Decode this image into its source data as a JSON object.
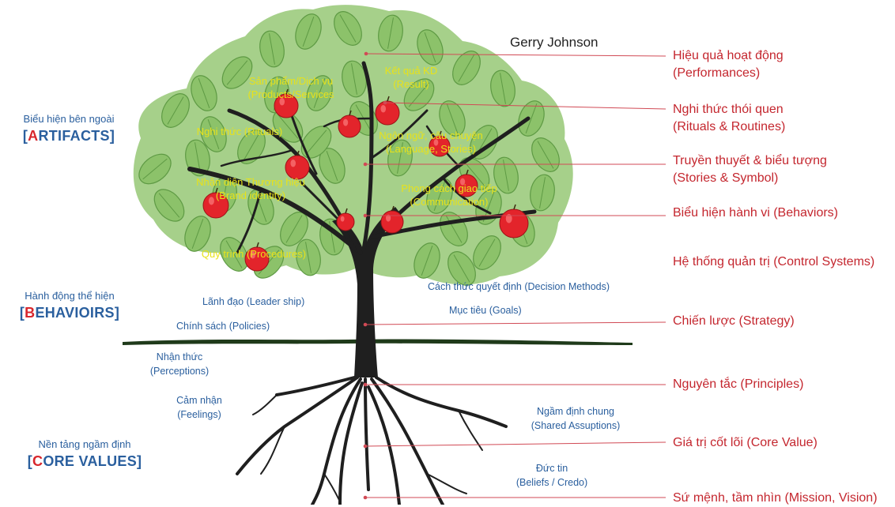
{
  "author": "Gerry Johnson",
  "side_groups": {
    "artifacts": {
      "caption": "Biểu hiện bên ngoài",
      "open": "[",
      "first_letter": "A",
      "rest": "RTIFACTS",
      "close": "]"
    },
    "behaviors": {
      "caption": "Hành động thể hiện",
      "open": "[",
      "first_letter": "B",
      "rest": "EHAVIOIRS",
      "close": "]"
    },
    "core_values": {
      "caption": "Nền tảng ngầm định",
      "open": "[",
      "first_letter": "C",
      "rest": "ORE VALUES",
      "close": "]"
    }
  },
  "canopy_labels": {
    "products": {
      "line1": "Sản phẩm/Dịch vụ",
      "line2": "(Products/Services"
    },
    "result": {
      "line1": "Kết quả KD",
      "line2": "(Result)"
    },
    "rituals": {
      "line1": "Nghi thức (Rituals)"
    },
    "language": {
      "line1": "Ngôn ngữ, câu chuyện",
      "line2": "(Language, Stories)"
    },
    "brand": {
      "line1": "Nhận diện Thương hiệu",
      "line2": "(Brand identity)"
    },
    "communication": {
      "line1": "Phong cách giao tiếp",
      "line2": "(Communication)"
    },
    "procedures": {
      "line1": "Quy trình (Procedures)"
    }
  },
  "trunk_labels": {
    "decision": "Cách thức quyết định (Decision Methods)",
    "leadership": "Lãnh đạo (Leader ship)",
    "goals": "Mục tiêu (Goals)",
    "policies": "Chính sách (Policies)"
  },
  "root_labels": {
    "perceptions": {
      "line1": "Nhận thức",
      "line2": "(Perceptions)"
    },
    "feelings": {
      "line1": "Cảm nhận",
      "line2": "(Feelings)"
    },
    "shared": {
      "line1": "Ngầm định chung",
      "line2": "(Shared Assuptions)"
    },
    "beliefs": {
      "line1": "Đức tin",
      "line2": "(Beliefs / Credo)"
    }
  },
  "right_labels": {
    "performances": {
      "line1": "Hiệu quả hoạt động",
      "line2": "(Performances)"
    },
    "rituals": {
      "line1": "Nghi thức thói quen",
      "line2": "(Rituals & Routines)"
    },
    "stories": {
      "line1": "Truyền thuyết & biểu tượng",
      "line2": "(Stories & Symbol)"
    },
    "behaviors": {
      "line1": "Biểu hiện hành vi (Behaviors)"
    },
    "control": {
      "line1": "Hệ thống quản trị (Control Systems)"
    },
    "strategy": {
      "line1": "Chiến lược (Strategy)"
    },
    "principles": {
      "line1": "Nguyên tắc (Principles)"
    },
    "core_value": {
      "line1": "Giá trị cốt lõi (Core Value)"
    },
    "mission": {
      "line1": "Sứ mệnh, tầm nhìn (Mission, Vision)"
    }
  },
  "colors": {
    "canopy": "#a6d08a",
    "leaf": "#8cc26a",
    "leaf_vein": "#5e9a44",
    "trunk": "#1f1f1f",
    "apple": "#e3242b",
    "connector": "#d14a55",
    "label_yellow": "#e8e21a",
    "label_blue": "#2a5f9e",
    "label_red": "#c4262e"
  }
}
